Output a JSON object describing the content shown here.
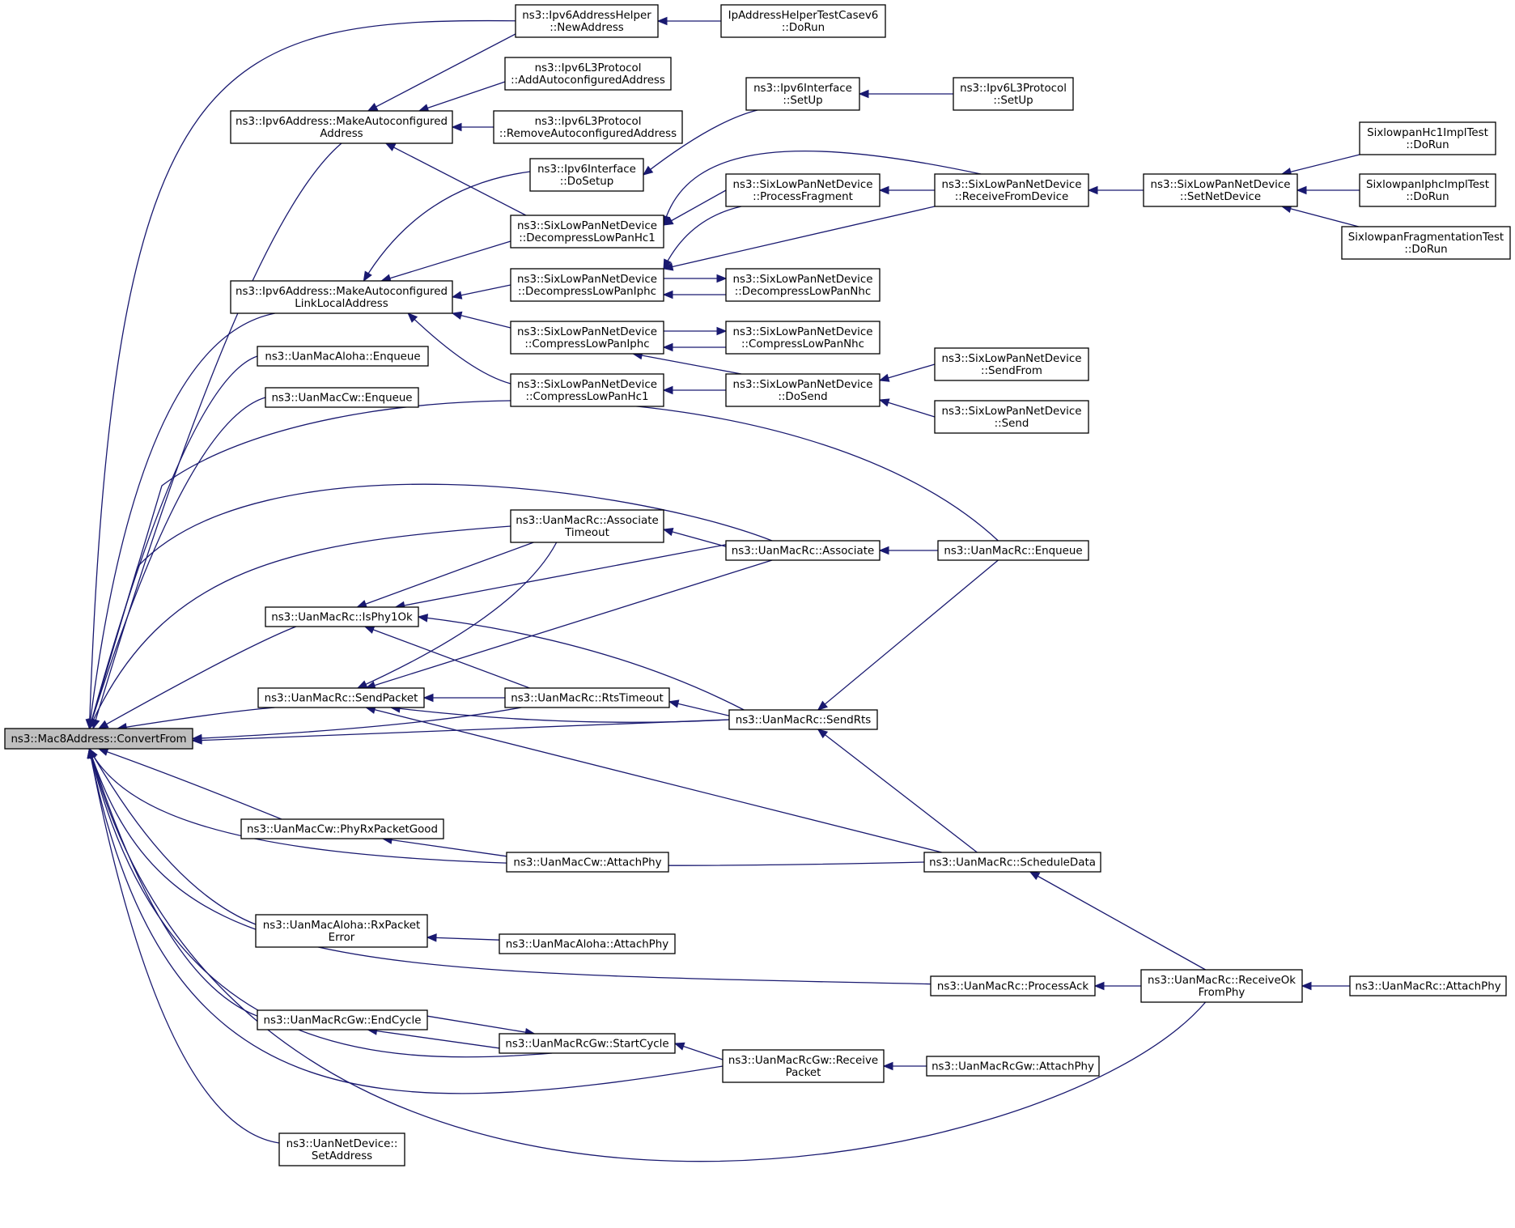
{
  "root": "conv",
  "nodes": [
    {
      "id": "conv",
      "lines": [
        "ns3::Mac8Address::ConvertFrom"
      ]
    },
    {
      "id": "newaddr",
      "lines": [
        "ns3::Ipv6AddressHelper",
        "::NewAddress"
      ]
    },
    {
      "id": "iptest",
      "lines": [
        "IpAddressHelperTestCasev6",
        "::DoRun"
      ]
    },
    {
      "id": "l3add",
      "lines": [
        "ns3::Ipv6L3Protocol",
        "::AddAutoconfiguredAddress"
      ]
    },
    {
      "id": "l3rem",
      "lines": [
        "ns3::Ipv6L3Protocol",
        "::RemoveAutoconfiguredAddress"
      ]
    },
    {
      "id": "mkauto",
      "lines": [
        "ns3::Ipv6Address::MakeAutoconfigured",
        "Address"
      ]
    },
    {
      "id": "ifsetup",
      "lines": [
        "ns3::Ipv6Interface",
        "::SetUp"
      ]
    },
    {
      "id": "l3setup",
      "lines": [
        "ns3::Ipv6L3Protocol",
        "::SetUp"
      ]
    },
    {
      "id": "ifdosetup",
      "lines": [
        "ns3::Ipv6Interface",
        "::DoSetup"
      ]
    },
    {
      "id": "dechc1",
      "lines": [
        "ns3::SixLowPanNetDevice",
        "::DecompressLowPanHc1"
      ]
    },
    {
      "id": "procfrag",
      "lines": [
        "ns3::SixLowPanNetDevice",
        "::ProcessFragment"
      ]
    },
    {
      "id": "recvdev",
      "lines": [
        "ns3::SixLowPanNetDevice",
        "::ReceiveFromDevice"
      ]
    },
    {
      "id": "setnet",
      "lines": [
        "ns3::SixLowPanNetDevice",
        "::SetNetDevice"
      ]
    },
    {
      "id": "hc1test",
      "lines": [
        "SixlowpanHc1ImplTest",
        "::DoRun"
      ]
    },
    {
      "id": "iphctest",
      "lines": [
        "SixlowpanIphcImplTest",
        "::DoRun"
      ]
    },
    {
      "id": "fragtest",
      "lines": [
        "SixlowpanFragmentationTest",
        "::DoRun"
      ]
    },
    {
      "id": "mklink",
      "lines": [
        "ns3::Ipv6Address::MakeAutoconfigured",
        "LinkLocalAddress"
      ]
    },
    {
      "id": "deciphc",
      "lines": [
        "ns3::SixLowPanNetDevice",
        "::DecompressLowPanIphc"
      ]
    },
    {
      "id": "decnhc",
      "lines": [
        "ns3::SixLowPanNetDevice",
        "::DecompressLowPanNhc"
      ]
    },
    {
      "id": "compiphc",
      "lines": [
        "ns3::SixLowPanNetDevice",
        "::CompressLowPanIphc"
      ]
    },
    {
      "id": "compnhc",
      "lines": [
        "ns3::SixLowPanNetDevice",
        "::CompressLowPanNhc"
      ]
    },
    {
      "id": "comphc1",
      "lines": [
        "ns3::SixLowPanNetDevice",
        "::CompressLowPanHc1"
      ]
    },
    {
      "id": "dosend",
      "lines": [
        "ns3::SixLowPanNetDevice",
        "::DoSend"
      ]
    },
    {
      "id": "sendfrom",
      "lines": [
        "ns3::SixLowPanNetDevice",
        "::SendFrom"
      ]
    },
    {
      "id": "send",
      "lines": [
        "ns3::SixLowPanNetDevice",
        "::Send"
      ]
    },
    {
      "id": "alohaenq",
      "lines": [
        "ns3::UanMacAloha::Enqueue"
      ]
    },
    {
      "id": "cwenq",
      "lines": [
        "ns3::UanMacCw::Enqueue"
      ]
    },
    {
      "id": "assoctimeout",
      "lines": [
        "ns3::UanMacRc::Associate",
        "Timeout"
      ]
    },
    {
      "id": "associate",
      "lines": [
        "ns3::UanMacRc::Associate"
      ]
    },
    {
      "id": "rcenq",
      "lines": [
        "ns3::UanMacRc::Enqueue"
      ]
    },
    {
      "id": "isphy",
      "lines": [
        "ns3::UanMacRc::IsPhy1Ok"
      ]
    },
    {
      "id": "sendpkt",
      "lines": [
        "ns3::UanMacRc::SendPacket"
      ]
    },
    {
      "id": "rtstimeout",
      "lines": [
        "ns3::UanMacRc::RtsTimeout"
      ]
    },
    {
      "id": "sendrts",
      "lines": [
        "ns3::UanMacRc::SendRts"
      ]
    },
    {
      "id": "cwrx",
      "lines": [
        "ns3::UanMacCw::PhyRxPacketGood"
      ]
    },
    {
      "id": "cwattach",
      "lines": [
        "ns3::UanMacCw::AttachPhy"
      ]
    },
    {
      "id": "sched",
      "lines": [
        "ns3::UanMacRc::ScheduleData"
      ]
    },
    {
      "id": "alohaerr",
      "lines": [
        "ns3::UanMacAloha::RxPacket",
        "Error"
      ]
    },
    {
      "id": "alohaattach",
      "lines": [
        "ns3::UanMacAloha::AttachPhy"
      ]
    },
    {
      "id": "procack",
      "lines": [
        "ns3::UanMacRc::ProcessAck"
      ]
    },
    {
      "id": "recvok",
      "lines": [
        "ns3::UanMacRc::ReceiveOk",
        "FromPhy"
      ]
    },
    {
      "id": "rcattach",
      "lines": [
        "ns3::UanMacRc::AttachPhy"
      ]
    },
    {
      "id": "endcycle",
      "lines": [
        "ns3::UanMacRcGw::EndCycle"
      ]
    },
    {
      "id": "startcycle",
      "lines": [
        "ns3::UanMacRcGw::StartCycle"
      ]
    },
    {
      "id": "gwrecv",
      "lines": [
        "ns3::UanMacRcGw::Receive",
        "Packet"
      ]
    },
    {
      "id": "gwattach",
      "lines": [
        "ns3::UanMacRcGw::AttachPhy"
      ]
    },
    {
      "id": "setaddr",
      "lines": [
        "ns3::UanNetDevice::",
        "SetAddress"
      ]
    }
  ],
  "edges": [
    {
      "from": "newaddr",
      "to": "conv"
    },
    {
      "from": "mkauto",
      "to": "conv"
    },
    {
      "from": "mklink",
      "to": "conv"
    },
    {
      "from": "alohaenq",
      "to": "conv"
    },
    {
      "from": "cwenq",
      "to": "conv"
    },
    {
      "from": "rcenq",
      "to": "conv"
    },
    {
      "from": "associate",
      "to": "conv"
    },
    {
      "from": "assoctimeout",
      "to": "conv"
    },
    {
      "from": "isphy",
      "to": "conv"
    },
    {
      "from": "sendpkt",
      "to": "conv"
    },
    {
      "from": "rtstimeout",
      "to": "conv"
    },
    {
      "from": "sendrts",
      "to": "conv"
    },
    {
      "from": "cwrx",
      "to": "conv"
    },
    {
      "from": "sched",
      "to": "conv"
    },
    {
      "from": "alohaerr",
      "to": "conv"
    },
    {
      "from": "procack",
      "to": "conv"
    },
    {
      "from": "endcycle",
      "to": "conv"
    },
    {
      "from": "startcycle",
      "to": "conv"
    },
    {
      "from": "gwrecv",
      "to": "conv"
    },
    {
      "from": "setaddr",
      "to": "conv"
    },
    {
      "from": "recvok",
      "to": "conv"
    },
    {
      "from": "iptest",
      "to": "newaddr"
    },
    {
      "from": "newaddr",
      "to": "mkauto"
    },
    {
      "from": "l3add",
      "to": "mkauto"
    },
    {
      "from": "l3rem",
      "to": "mkauto"
    },
    {
      "from": "dechc1",
      "to": "mkauto"
    },
    {
      "from": "l3setup",
      "to": "ifsetup"
    },
    {
      "from": "ifsetup",
      "to": "ifdosetup"
    },
    {
      "from": "procfrag",
      "to": "dechc1"
    },
    {
      "from": "recvdev",
      "to": "dechc1"
    },
    {
      "from": "procfrag",
      "to": "deciphc"
    },
    {
      "from": "recvdev",
      "to": "deciphc"
    },
    {
      "from": "decnhc",
      "to": "deciphc"
    },
    {
      "from": "deciphc",
      "to": "decnhc"
    },
    {
      "from": "recvdev",
      "to": "procfrag"
    },
    {
      "from": "setnet",
      "to": "recvdev"
    },
    {
      "from": "hc1test",
      "to": "setnet"
    },
    {
      "from": "iphctest",
      "to": "setnet"
    },
    {
      "from": "fragtest",
      "to": "setnet"
    },
    {
      "from": "ifdosetup",
      "to": "mklink"
    },
    {
      "from": "dechc1",
      "to": "mklink"
    },
    {
      "from": "deciphc",
      "to": "mklink"
    },
    {
      "from": "compiphc",
      "to": "mklink"
    },
    {
      "from": "comphc1",
      "to": "mklink"
    },
    {
      "from": "compiphc",
      "to": "compnhc"
    },
    {
      "from": "compnhc",
      "to": "compiphc"
    },
    {
      "from": "dosend",
      "to": "compiphc"
    },
    {
      "from": "dosend",
      "to": "comphc1"
    },
    {
      "from": "sendfrom",
      "to": "dosend"
    },
    {
      "from": "send",
      "to": "dosend"
    },
    {
      "from": "associate",
      "to": "assoctimeout"
    },
    {
      "from": "rcenq",
      "to": "associate"
    },
    {
      "from": "assoctimeout",
      "to": "isphy"
    },
    {
      "from": "associate",
      "to": "isphy"
    },
    {
      "from": "rtstimeout",
      "to": "isphy"
    },
    {
      "from": "sendrts",
      "to": "isphy"
    },
    {
      "from": "assoctimeout",
      "to": "sendpkt"
    },
    {
      "from": "associate",
      "to": "sendpkt"
    },
    {
      "from": "rtstimeout",
      "to": "sendpkt"
    },
    {
      "from": "sendrts",
      "to": "sendpkt"
    },
    {
      "from": "sched",
      "to": "sendpkt"
    },
    {
      "from": "sendrts",
      "to": "rtstimeout"
    },
    {
      "from": "rcenq",
      "to": "sendrts"
    },
    {
      "from": "sched",
      "to": "sendrts"
    },
    {
      "from": "cwattach",
      "to": "cwrx"
    },
    {
      "from": "recvok",
      "to": "sched"
    },
    {
      "from": "alohaattach",
      "to": "alohaerr"
    },
    {
      "from": "recvok",
      "to": "procack"
    },
    {
      "from": "rcattach",
      "to": "recvok"
    },
    {
      "from": "startcycle",
      "to": "endcycle"
    },
    {
      "from": "endcycle",
      "to": "startcycle"
    },
    {
      "from": "gwrecv",
      "to": "startcycle"
    },
    {
      "from": "gwattach",
      "to": "gwrecv"
    }
  ]
}
